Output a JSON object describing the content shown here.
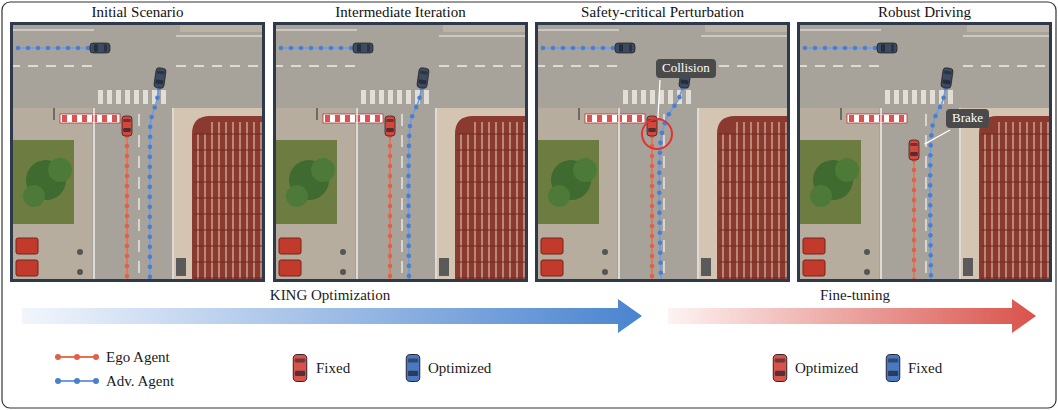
{
  "diagram": {
    "nodes": [
      {
        "text": [
          "Initial Scenario"
        ]
      },
      {
        "text": [
          "Intermediate Iteration"
        ]
      },
      {
        "text": [
          "Safety-critical Perturbation"
        ]
      },
      {
        "text": [
          "Robust Driving"
        ]
      },
      {
        "text": [
          "Collision"
        ],
        "in": 2
      },
      {
        "text": [
          "Brake"
        ],
        "in": 3
      }
    ],
    "labels": [
      "KING Optimization",
      "Fine-tuning"
    ],
    "legend": [
      {
        "text": "Ego Agent"
      },
      {
        "text": "Adv. Agent"
      },
      {
        "text": "Fixed"
      },
      {
        "text": "Optimized"
      },
      {
        "text": "Optimized"
      },
      {
        "text": "Fixed"
      }
    ]
  }
}
